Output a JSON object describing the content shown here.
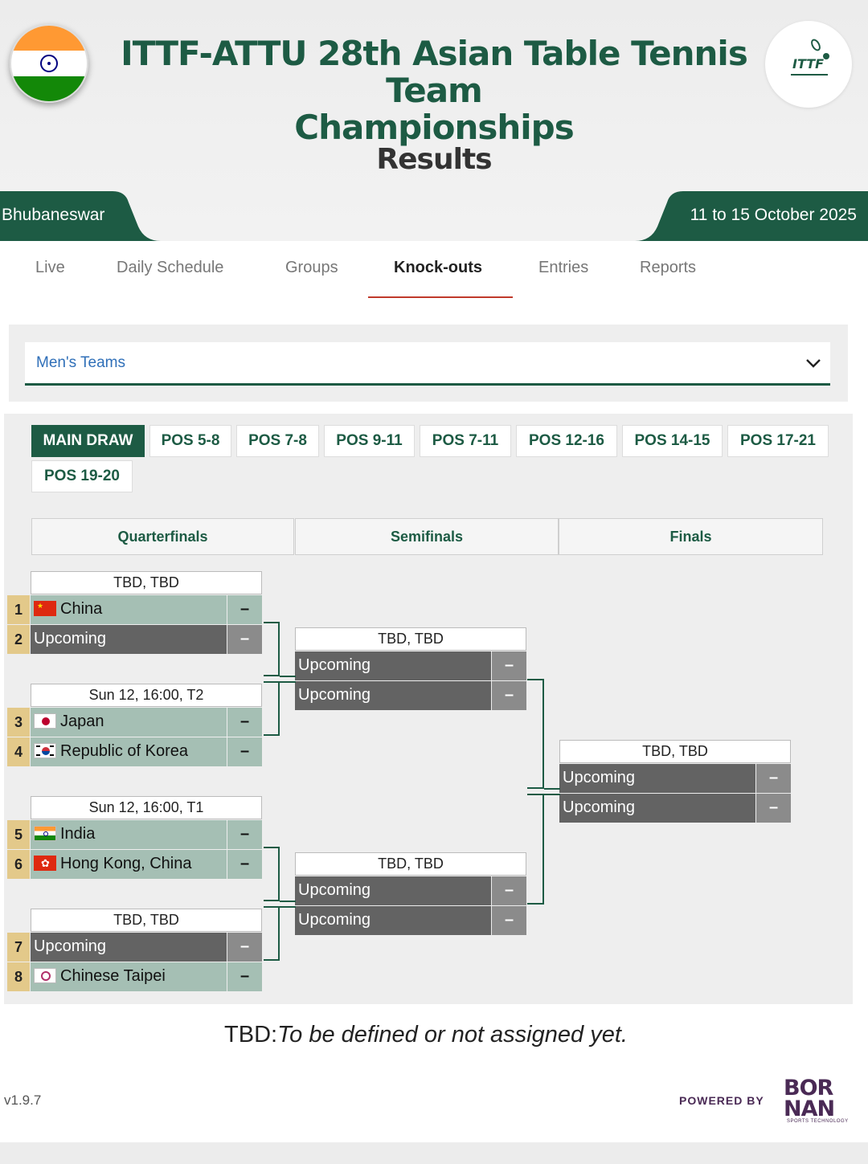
{
  "header": {
    "title_line1": "ITTF-ATTU 28th Asian Table Tennis Team",
    "title_line2": "Championships",
    "logo_text": "ITTF",
    "subtitle": "Results",
    "venue": "Bhubaneswar",
    "dates": "11 to 15 October 2025"
  },
  "nav": {
    "items": [
      "Live",
      "Daily Schedule",
      "Groups",
      "Knock-outs",
      "Entries",
      "Reports"
    ],
    "active": "Knock-outs"
  },
  "event_select": {
    "value": "Men's Teams"
  },
  "draw_tabs": [
    "MAIN DRAW",
    "POS 5-8",
    "POS 7-8",
    "POS 9-11",
    "POS 7-11",
    "POS 12-16",
    "POS 14-15",
    "POS 17-21",
    "POS 19-20"
  ],
  "rounds": [
    "Quarterfinals",
    "Semifinals",
    "Finals"
  ],
  "quarterfinals": [
    {
      "header": "TBD, TBD",
      "rows": [
        {
          "seed": "1",
          "name": "China",
          "flag": "china-flag",
          "score": "–",
          "state": "team"
        },
        {
          "seed": "2",
          "name": "Upcoming",
          "score": "–",
          "state": "upcoming"
        }
      ]
    },
    {
      "header": "Sun 12, 16:00, T2",
      "rows": [
        {
          "seed": "3",
          "name": "Japan",
          "flag": "japan-flag",
          "score": "–",
          "state": "team"
        },
        {
          "seed": "4",
          "name": "Republic of Korea",
          "flag": "korea-flag",
          "score": "–",
          "state": "team"
        }
      ]
    },
    {
      "header": "Sun 12, 16:00, T1",
      "rows": [
        {
          "seed": "5",
          "name": "India",
          "flag": "india-flag",
          "score": "–",
          "state": "team"
        },
        {
          "seed": "6",
          "name": "Hong Kong, China",
          "flag": "hong-kong-flag",
          "score": "–",
          "state": "team"
        }
      ]
    },
    {
      "header": "TBD, TBD",
      "rows": [
        {
          "seed": "7",
          "name": "Upcoming",
          "score": "–",
          "state": "upcoming"
        },
        {
          "seed": "8",
          "name": "Chinese Taipei",
          "flag": "chinese-taipei-flag",
          "score": "–",
          "state": "team"
        }
      ]
    }
  ],
  "semifinals": [
    {
      "header": "TBD, TBD",
      "rows": [
        {
          "name": "Upcoming",
          "score": "–"
        },
        {
          "name": "Upcoming",
          "score": "–"
        }
      ]
    },
    {
      "header": "TBD, TBD",
      "rows": [
        {
          "name": "Upcoming",
          "score": "–"
        },
        {
          "name": "Upcoming",
          "score": "–"
        }
      ]
    }
  ],
  "final": {
    "header": "TBD, TBD",
    "rows": [
      {
        "name": "Upcoming",
        "score": "–"
      },
      {
        "name": "Upcoming",
        "score": "–"
      }
    ]
  },
  "legend": {
    "term": "TBD:",
    "definition": "To be defined or not assigned yet."
  },
  "footer": {
    "version": "v1.9.7",
    "powered_by": "POWERED BY",
    "brand_line1": "BOR",
    "brand_line2": "NAN",
    "brand_sub": "SPORTS TECHNOLOGY"
  },
  "colors": {
    "brand_green": "#1d5b44",
    "team_row": "#a5bfb4",
    "upcoming_row": "#636363",
    "seed": "#e3c98a",
    "accent_red": "#c0392b"
  }
}
